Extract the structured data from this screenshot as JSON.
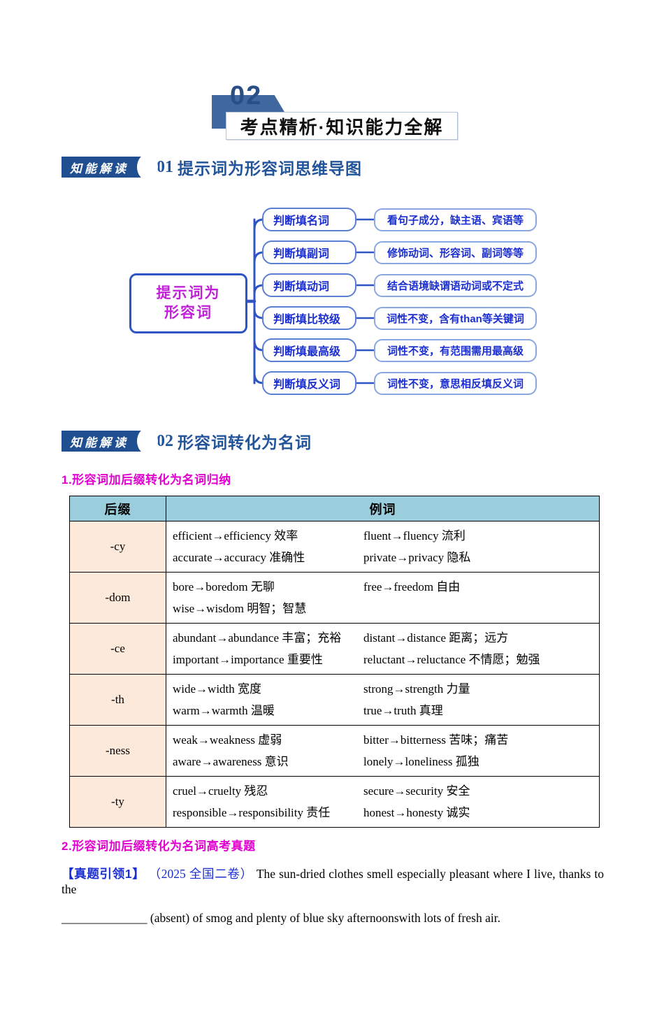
{
  "colors": {
    "banner_blue": "#41679f",
    "banner_number_blue": "#2a4e86",
    "badge_dark_blue": "#1f4e91",
    "section_title_blue": "#21549b",
    "mindmap_line_blue": "#2f55c4",
    "mindmap_text_blue": "#1b2fd0",
    "root_magenta": "#c020d8",
    "subtitle_magenta": "#e100cf",
    "table_header_bg": "#9bcedd",
    "table_suffix_bg": "#fce9d9"
  },
  "banner": {
    "number": "02",
    "title": "考点精析·知识能力全解"
  },
  "section1": {
    "badge": "知能解读",
    "number": "01",
    "title": "提示词为形容词思维导图"
  },
  "section2": {
    "badge": "知能解读",
    "number": "02",
    "title": "形容词转化为名词"
  },
  "mindmap": {
    "root": {
      "line1": "提示词为",
      "line2": "形容词"
    },
    "branches": [
      {
        "label": "判断填名词",
        "detail": "看句子成分，缺主语、宾语等"
      },
      {
        "label": "判断填副词",
        "detail": "修饰动词、形容词、副词等等"
      },
      {
        "label": "判断填动词",
        "detail": "结合语境缺谓语动词或不定式"
      },
      {
        "label": "判断填比较级",
        "detail": "词性不变，含有than等关键词"
      },
      {
        "label": "判断填最高级",
        "detail": "词性不变，有范围需用最高级"
      },
      {
        "label": "判断填反义词",
        "detail": "词性不变，意思相反填反义词"
      }
    ]
  },
  "subtitle1": "1.形容词加后缀转化为名词归纳",
  "subtitle2": "2.形容词加后缀转化为名词高考真题",
  "table": {
    "headers": [
      "后缀",
      "例词"
    ],
    "rows": [
      {
        "suffix": "-cy",
        "lines": [
          [
            "efficient→efficiency 效率",
            "fluent→fluency 流利"
          ],
          [
            "accurate→accuracy 准确性",
            "private→privacy 隐私"
          ]
        ]
      },
      {
        "suffix": "-dom",
        "lines": [
          [
            "bore→boredom 无聊",
            "free→freedom 自由"
          ],
          [
            "wise→wisdom 明智；智慧",
            ""
          ]
        ]
      },
      {
        "suffix": "-ce",
        "lines": [
          [
            "abundant→abundance 丰富；充裕",
            "distant→distance 距离；远方"
          ],
          [
            "important→importance 重要性",
            "reluctant→reluctance 不情愿；勉强"
          ]
        ]
      },
      {
        "suffix": "-th",
        "lines": [
          [
            "wide→width 宽度",
            "strong→strength 力量"
          ],
          [
            "warm→warmth 温暖",
            "true→truth 真理"
          ]
        ]
      },
      {
        "suffix": "-ness",
        "lines": [
          [
            "weak→weakness 虚弱",
            "bitter→bitterness 苦味；痛苦"
          ],
          [
            "aware→awareness 意识",
            "lonely→loneliness 孤独"
          ]
        ]
      },
      {
        "suffix": "-ty",
        "lines": [
          [
            "cruel→cruelty 残忍",
            "secure→security 安全"
          ],
          [
            "responsible→responsibility 责任",
            "honest→honesty 诚实"
          ]
        ]
      }
    ]
  },
  "question": {
    "tag": "【真题引领1】",
    "source": "（2025 全国二卷）",
    "text1": "The sun-dried clothes smell especially pleasant where I live, thanks to the",
    "blank": "______________",
    "text2": " (absent) of smog and plenty of blue sky afternoonswith lots of fresh air."
  }
}
